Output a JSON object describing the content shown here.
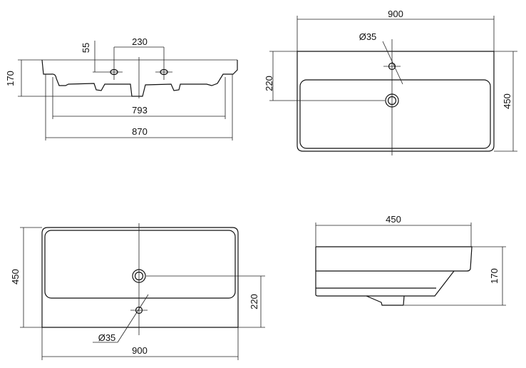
{
  "views": {
    "front": {
      "width_outer": "870",
      "width_inner": "793",
      "height": "170",
      "hole_spacing": "230",
      "hole_offset": "55"
    },
    "top": {
      "width": "900",
      "depth": "450",
      "drain_offset": "220",
      "hole_diameter": "Ø35"
    },
    "bottom": {
      "width": "900",
      "depth": "450",
      "drain_offset": "220",
      "hole_diameter": "Ø35"
    },
    "side": {
      "depth": "450",
      "height": "170"
    }
  }
}
